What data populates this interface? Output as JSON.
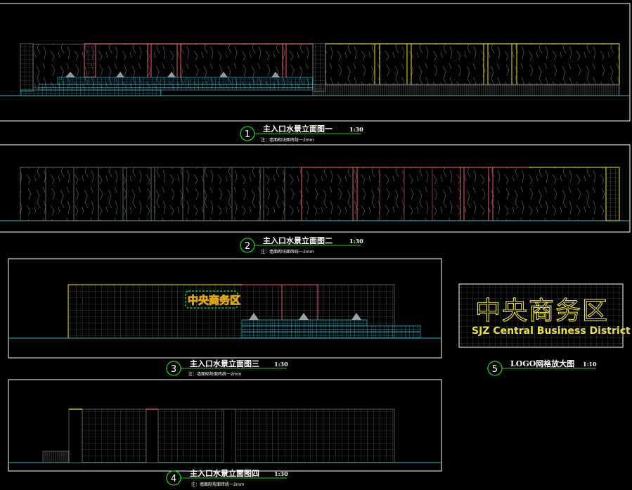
{
  "drawing": {
    "views": [
      {
        "no": "1",
        "title": "主入口水景立面图一",
        "scale": "1:30",
        "note": "注：墙面砌块面砖统一2mm"
      },
      {
        "no": "2",
        "title": "主入口水景立面图二",
        "scale": "1:30",
        "note": "注：墙面砌块面砖统一2mm"
      },
      {
        "no": "3",
        "title": "主入口水景立面图三",
        "scale": "1:30",
        "note": "注：墙面砌块面砖统一2mm"
      },
      {
        "no": "4",
        "title": "主入口水景立面图四",
        "scale": "1:30",
        "note": "注：墙面砌块面砖统一2mm"
      },
      {
        "no": "5",
        "title": "LOGO网格放大图",
        "scale": "1:10",
        "note": ""
      }
    ],
    "logo": {
      "cn": "中央商务区",
      "en": "SJZ Central Business District"
    },
    "colors": {
      "background": "#000000",
      "frame": "#ffffff",
      "ground": "#2fb7c4",
      "wall_red": "#e5606a",
      "wall_yellow": "#e7e04a",
      "grid": "#7d7d7d",
      "label_circle": "#19d019",
      "water": "#3dc6d6"
    }
  }
}
